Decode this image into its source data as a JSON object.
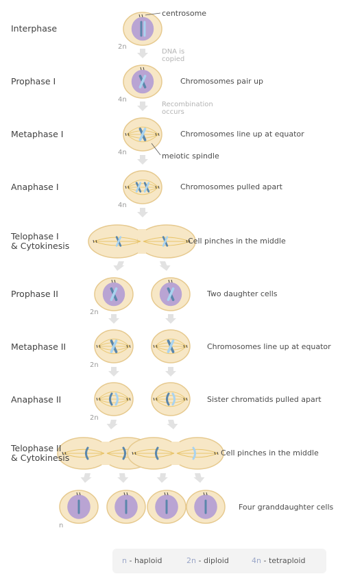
{
  "stages": [
    {
      "label": "Interphase",
      "description": "",
      "ploidy": "2n"
    },
    {
      "label": "Prophase I",
      "description": "Chromosomes pair up",
      "ploidy": "4n"
    },
    {
      "label": "Metaphase I",
      "description": "Chromosomes line up at equator",
      "ploidy": "4n"
    },
    {
      "label": "Anaphase I",
      "description": "Chromosomes pulled apart",
      "ploidy": "4n"
    },
    {
      "label": "Telophase I\n& Cytokinesis",
      "description": "Cell pinches in the middle",
      "ploidy": ""
    },
    {
      "label": "Prophase II",
      "description": "Two daughter cells",
      "ploidy": "2n"
    },
    {
      "label": "Metaphase II",
      "description": "Chromosomes line up at equator",
      "ploidy": "2n"
    },
    {
      "label": "Anaphase II",
      "description": "Sister chromatids pulled apart",
      "ploidy": "2n"
    },
    {
      "label": "Telophase II\n& Cytokinesis",
      "description": "Cell pinches in the middle",
      "ploidy": ""
    },
    {
      "label": "",
      "description": "Four granddaughter cells",
      "ploidy": "n"
    }
  ],
  "notes": {
    "dna_copied": "DNA is\ncopied",
    "recombination": "Recombination\noccurs"
  },
  "callouts": {
    "centrosome": "centrosome",
    "spindle": "meiotic spindle"
  },
  "legend": [
    {
      "key": "n",
      "text": "haploid"
    },
    {
      "key": "2n",
      "text": "diploid"
    },
    {
      "key": "4n",
      "text": "tetraploid"
    }
  ],
  "colors": {
    "cell_fill": "#f7e7c6",
    "cell_stroke": "#e6c98e",
    "nucleus": "#b9a4d3",
    "chromosome_dark": "#5a86ab",
    "chromosome_light": "#a9d3ef",
    "spindle": "#e8c46a",
    "arrow": "#e2e2e2"
  }
}
